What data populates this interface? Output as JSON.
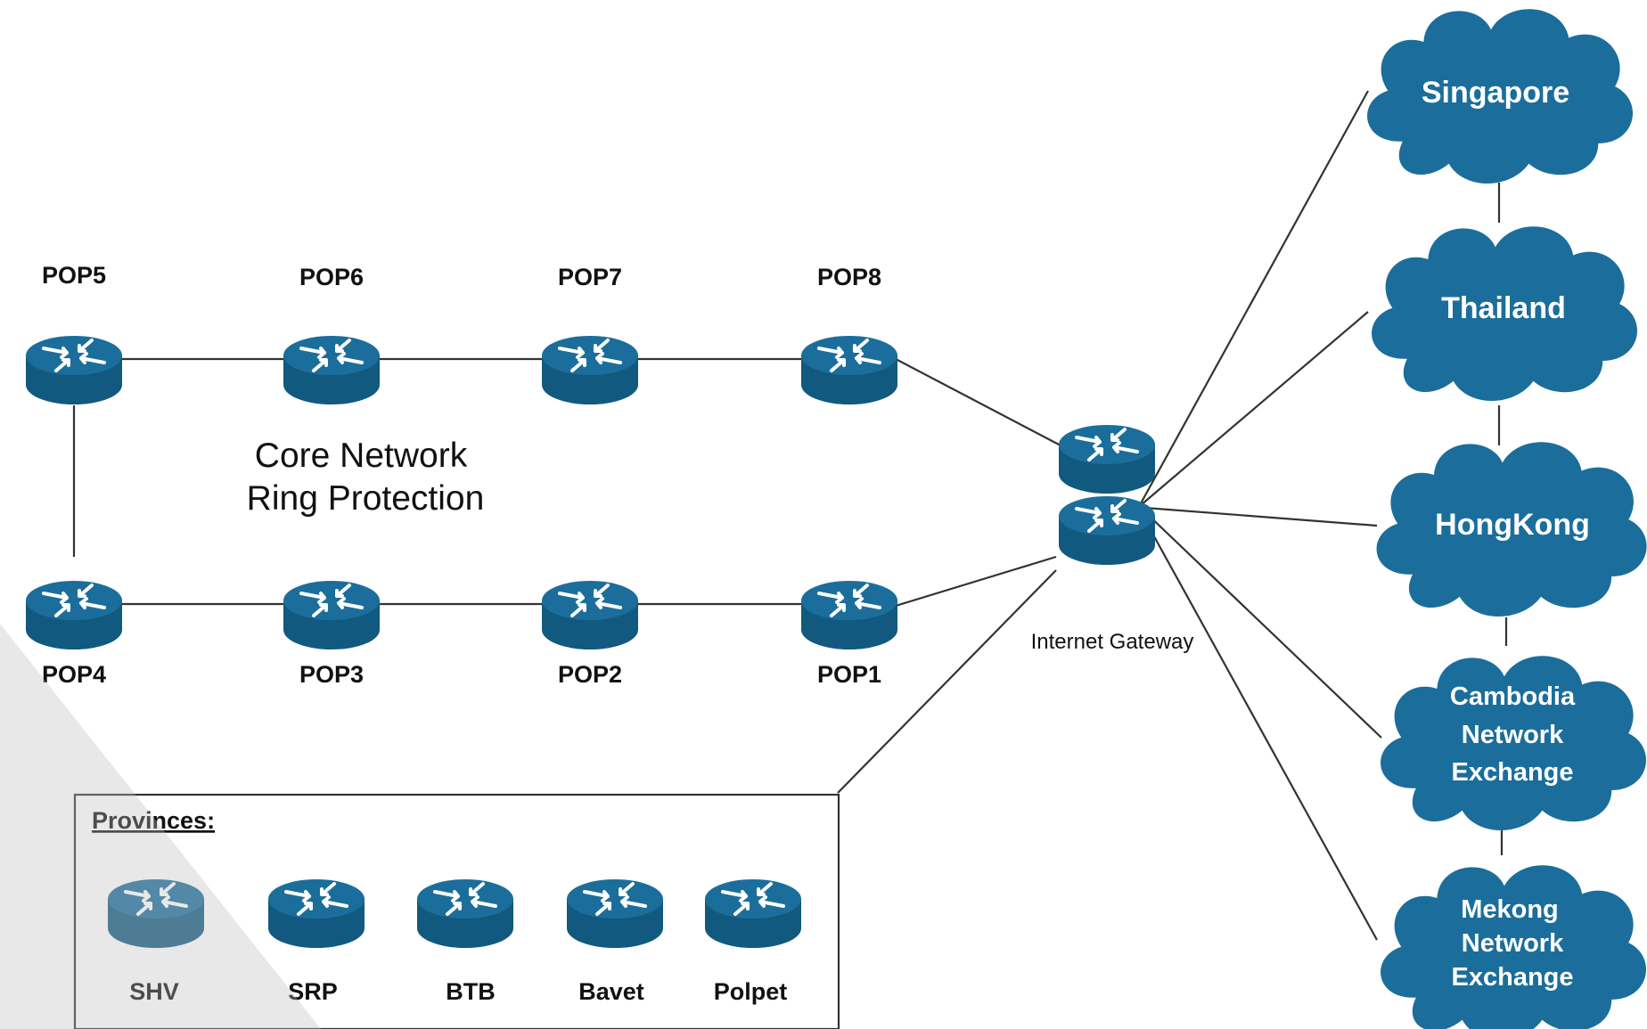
{
  "core": {
    "title_line1": "Core Network",
    "title_line2": "Ring Protection"
  },
  "pops": {
    "pop1": "POP1",
    "pop2": "POP2",
    "pop3": "POP3",
    "pop4": "POP4",
    "pop5": "POP5",
    "pop6": "POP6",
    "pop7": "POP7",
    "pop8": "POP8"
  },
  "gateway": {
    "label": "Internet Gateway"
  },
  "provinces": {
    "title": "Provinces:",
    "shv": "SHV",
    "srp": "SRP",
    "btb": "BTB",
    "bavet": "Bavet",
    "polpet": "Polpet"
  },
  "clouds": {
    "singapore": [
      "Singapore"
    ],
    "thailand": [
      "Thailand"
    ],
    "hongkong": [
      "HongKong"
    ],
    "cnx": [
      "Cambodia",
      "Network",
      "Exchange"
    ],
    "mnx": [
      "Mekong",
      "Network",
      "Exchange"
    ]
  },
  "colors": {
    "device": "#1b6e9b",
    "device_dark": "#12597f",
    "line": "#333333"
  },
  "icons": {
    "router": "router-icon",
    "cloud": "cloud-icon"
  }
}
